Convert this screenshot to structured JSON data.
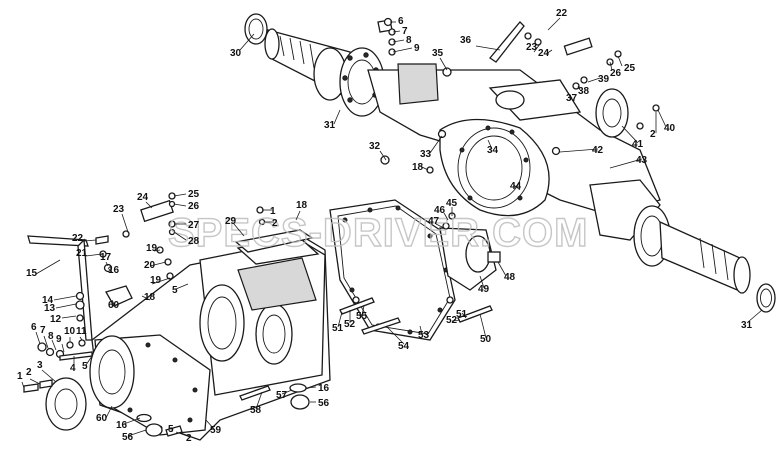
{
  "watermark": "SPECS-DRIVER.COM",
  "colors": {
    "line": "#1a1a1a",
    "watermark": "#bdbdbd",
    "background": "#ffffff"
  },
  "callouts": [
    {
      "id": "c1",
      "text": "30"
    },
    {
      "id": "c2",
      "text": "6"
    },
    {
      "id": "c3",
      "text": "7"
    },
    {
      "id": "c4",
      "text": "8"
    },
    {
      "id": "c5",
      "text": "9"
    },
    {
      "id": "c6",
      "text": "35"
    },
    {
      "id": "c7",
      "text": "36"
    },
    {
      "id": "c8",
      "text": "22"
    },
    {
      "id": "c9",
      "text": "23"
    },
    {
      "id": "c10",
      "text": "24"
    },
    {
      "id": "c11",
      "text": "26"
    },
    {
      "id": "c12",
      "text": "25"
    },
    {
      "id": "c13",
      "text": "39"
    },
    {
      "id": "c14",
      "text": "38"
    },
    {
      "id": "c15",
      "text": "37"
    },
    {
      "id": "c16",
      "text": "31"
    },
    {
      "id": "c17",
      "text": "2"
    },
    {
      "id": "c18",
      "text": "40"
    },
    {
      "id": "c19",
      "text": "41"
    },
    {
      "id": "c20",
      "text": "32"
    },
    {
      "id": "c21",
      "text": "33"
    },
    {
      "id": "c22",
      "text": "34"
    },
    {
      "id": "c23",
      "text": "18"
    },
    {
      "id": "c24",
      "text": "42"
    },
    {
      "id": "c25",
      "text": "43"
    },
    {
      "id": "c26",
      "text": "44"
    },
    {
      "id": "c27",
      "text": "25"
    },
    {
      "id": "c28",
      "text": "24"
    },
    {
      "id": "c29",
      "text": "26"
    },
    {
      "id": "c30",
      "text": "23"
    },
    {
      "id": "c31",
      "text": "27"
    },
    {
      "id": "c32",
      "text": "28"
    },
    {
      "id": "c33",
      "text": "18"
    },
    {
      "id": "c34",
      "text": "1"
    },
    {
      "id": "c35",
      "text": "29"
    },
    {
      "id": "c36",
      "text": "2"
    },
    {
      "id": "c37",
      "text": "22"
    },
    {
      "id": "c38",
      "text": "21"
    },
    {
      "id": "c39",
      "text": "17"
    },
    {
      "id": "c40",
      "text": "19"
    },
    {
      "id": "c41",
      "text": "20"
    },
    {
      "id": "c42",
      "text": "16"
    },
    {
      "id": "c43",
      "text": "19"
    },
    {
      "id": "c44",
      "text": "15"
    },
    {
      "id": "c45",
      "text": "5"
    },
    {
      "id": "c46",
      "text": "18"
    },
    {
      "id": "c47",
      "text": "60"
    },
    {
      "id": "c48",
      "text": "14"
    },
    {
      "id": "c49",
      "text": "13"
    },
    {
      "id": "c50",
      "text": "12"
    },
    {
      "id": "c51",
      "text": "45"
    },
    {
      "id": "c52",
      "text": "46"
    },
    {
      "id": "c53",
      "text": "47"
    },
    {
      "id": "c54",
      "text": "48"
    },
    {
      "id": "c55",
      "text": "49"
    },
    {
      "id": "c56",
      "text": "51"
    },
    {
      "id": "c57",
      "text": "52"
    },
    {
      "id": "c58",
      "text": "55"
    },
    {
      "id": "c59",
      "text": "52"
    },
    {
      "id": "c60",
      "text": "51"
    },
    {
      "id": "c61",
      "text": "53"
    },
    {
      "id": "c62",
      "text": "54"
    },
    {
      "id": "c63",
      "text": "50"
    },
    {
      "id": "c64",
      "text": "6"
    },
    {
      "id": "c65",
      "text": "7"
    },
    {
      "id": "c66",
      "text": "8"
    },
    {
      "id": "c67",
      "text": "9"
    },
    {
      "id": "c68",
      "text": "10"
    },
    {
      "id": "c69",
      "text": "11"
    },
    {
      "id": "c70",
      "text": "3"
    },
    {
      "id": "c71",
      "text": "4"
    },
    {
      "id": "c72",
      "text": "5"
    },
    {
      "id": "c73",
      "text": "1"
    },
    {
      "id": "c74",
      "text": "2"
    },
    {
      "id": "c75",
      "text": "16"
    },
    {
      "id": "c76",
      "text": "56"
    },
    {
      "id": "c77",
      "text": "57"
    },
    {
      "id": "c78",
      "text": "58"
    },
    {
      "id": "c79",
      "text": "16"
    },
    {
      "id": "c80",
      "text": "56"
    },
    {
      "id": "c81",
      "text": "60"
    },
    {
      "id": "c82",
      "text": "16"
    },
    {
      "id": "c83",
      "text": "56"
    },
    {
      "id": "c84",
      "text": "5"
    },
    {
      "id": "c85",
      "text": "2"
    },
    {
      "id": "c86",
      "text": "59"
    },
    {
      "id": "c87",
      "text": "31"
    }
  ]
}
